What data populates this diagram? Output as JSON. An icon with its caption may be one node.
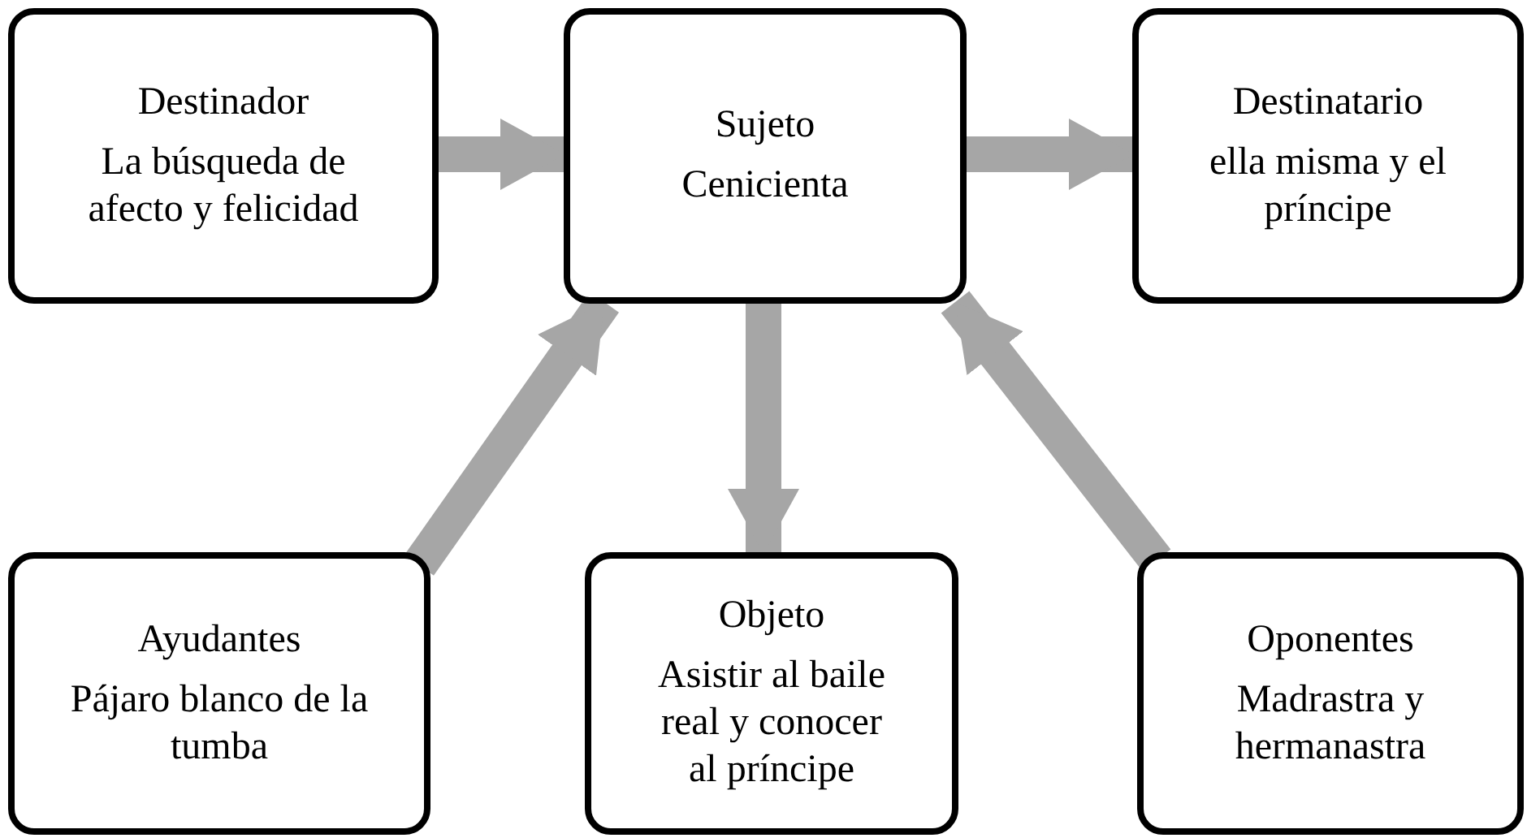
{
  "diagram": {
    "nodes": [
      {
        "text": [
          "Destinador",
          "La búsqueda de afecto y felicidad"
        ]
      },
      {
        "text": [
          "Sujeto",
          "Cenicienta"
        ]
      },
      {
        "text": [
          "Destinatario",
          "ella misma y el príncipe"
        ]
      },
      {
        "text": [
          "Ayudantes",
          "Pájaro blanco de la tumba"
        ]
      },
      {
        "text": [
          "Objeto",
          "Asistir al baile real y conocer al príncipe"
        ]
      },
      {
        "text": [
          "Oponentes",
          "Madrastra y hermanastra"
        ]
      }
    ],
    "edges": [
      {
        "from": 0,
        "to": 1,
        "arrow": "to"
      },
      {
        "from": 1,
        "to": 2,
        "arrow": "to"
      },
      {
        "from": 1,
        "to": 4,
        "arrow": "to"
      },
      {
        "from": 3,
        "to": 1,
        "arrow": "to"
      },
      {
        "from": 5,
        "to": 1,
        "arrow": "to"
      }
    ]
  }
}
